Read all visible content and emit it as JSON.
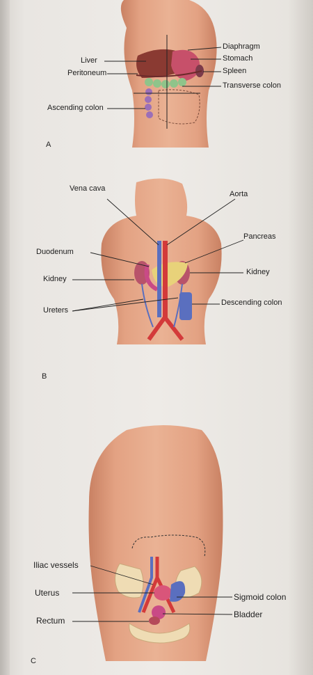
{
  "panels": {
    "a": {
      "letter": "A",
      "labels": {
        "diaphragm": "Diaphragm",
        "liver": "Liver",
        "stomach": "Stomach",
        "peritoneum": "Peritoneum",
        "spleen": "Spleen",
        "transverse_colon": "Transverse colon",
        "ascending_colon": "Ascending colon"
      }
    },
    "b": {
      "letter": "B",
      "labels": {
        "vena_cava": "Vena cava",
        "aorta": "Aorta",
        "pancreas": "Pancreas",
        "duodenum": "Duodenum",
        "kidney_left": "Kidney",
        "kidney_right": "Kidney",
        "ureters": "Ureters",
        "descending_colon": "Descending colon"
      }
    },
    "c": {
      "letter": "C",
      "labels": {
        "iliac_vessels": "Iliac vessels",
        "uterus": "Uterus",
        "sigmoid_colon": "Sigmoid colon",
        "rectum": "Rectum",
        "bladder": "Bladder"
      }
    }
  },
  "colors": {
    "skin": "#e6a585",
    "skin_shadow": "#c98163",
    "liver": "#8a3a32",
    "stomach": "#c7506a",
    "colon_green": "#8fc48a",
    "colon_purple": "#9b6fb8",
    "artery": "#d33a3a",
    "vein": "#5a6fbf",
    "kidney": "#b8536a",
    "pancreas": "#e8d27a",
    "bone": "#efdcb4",
    "bladder": "#c94a86"
  }
}
